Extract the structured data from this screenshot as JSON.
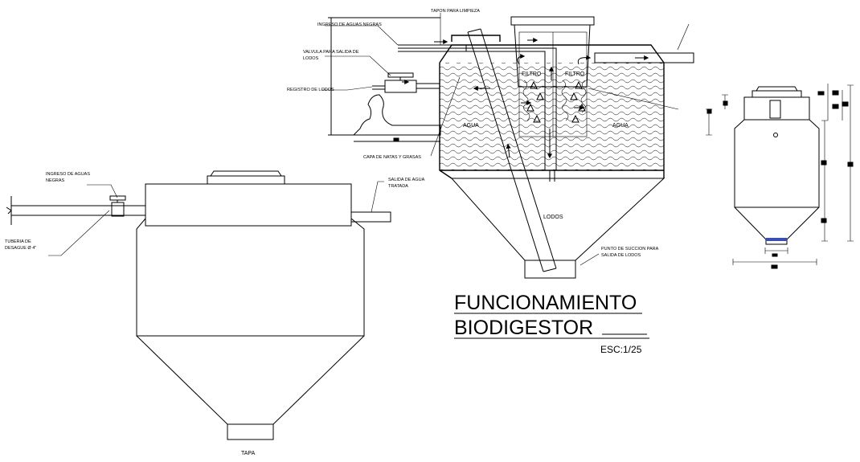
{
  "title": {
    "line1": "FUNCIONAMIENTO",
    "line2": "BIODIGESTOR",
    "scale": "ESC:1/25"
  },
  "section_labels": {
    "tapon": "TAPON PARA LIMPIEZA",
    "ingreso_top": "INGRESO DE AGUAS NEGRAS",
    "valvula_l1": "VALVULA PARA SALIDA DE",
    "valvula_l2": "LODOS",
    "registro": "REGISTRO DE LODOS",
    "natas": "CAPA DE NATAS Y GRASAS",
    "agua_left": "AGUA",
    "agua_right": "AGUA",
    "filtro_left": "FILTRO",
    "filtro_right": "FILTRO",
    "lodos": "LODOS",
    "succion_l1": "PUNTO DE SUCCION PARA",
    "succion_l2": "SALIDA DE LODOS"
  },
  "elevation_labels": {
    "ingreso_l1": "INGRESO DE AGUAS",
    "ingreso_l2": "NEGRAS",
    "salida_l1": "SALIDA DE AGUA",
    "salida_l2": "TRATADA",
    "tuberia_l1": "TUBERIA DE",
    "tuberia_l2": "DESAGUE Ø 4\"",
    "tapa": "TAPA"
  },
  "colors": {
    "line": "#000000",
    "background": "#ffffff",
    "outlet_band": "#3a4fb0"
  }
}
